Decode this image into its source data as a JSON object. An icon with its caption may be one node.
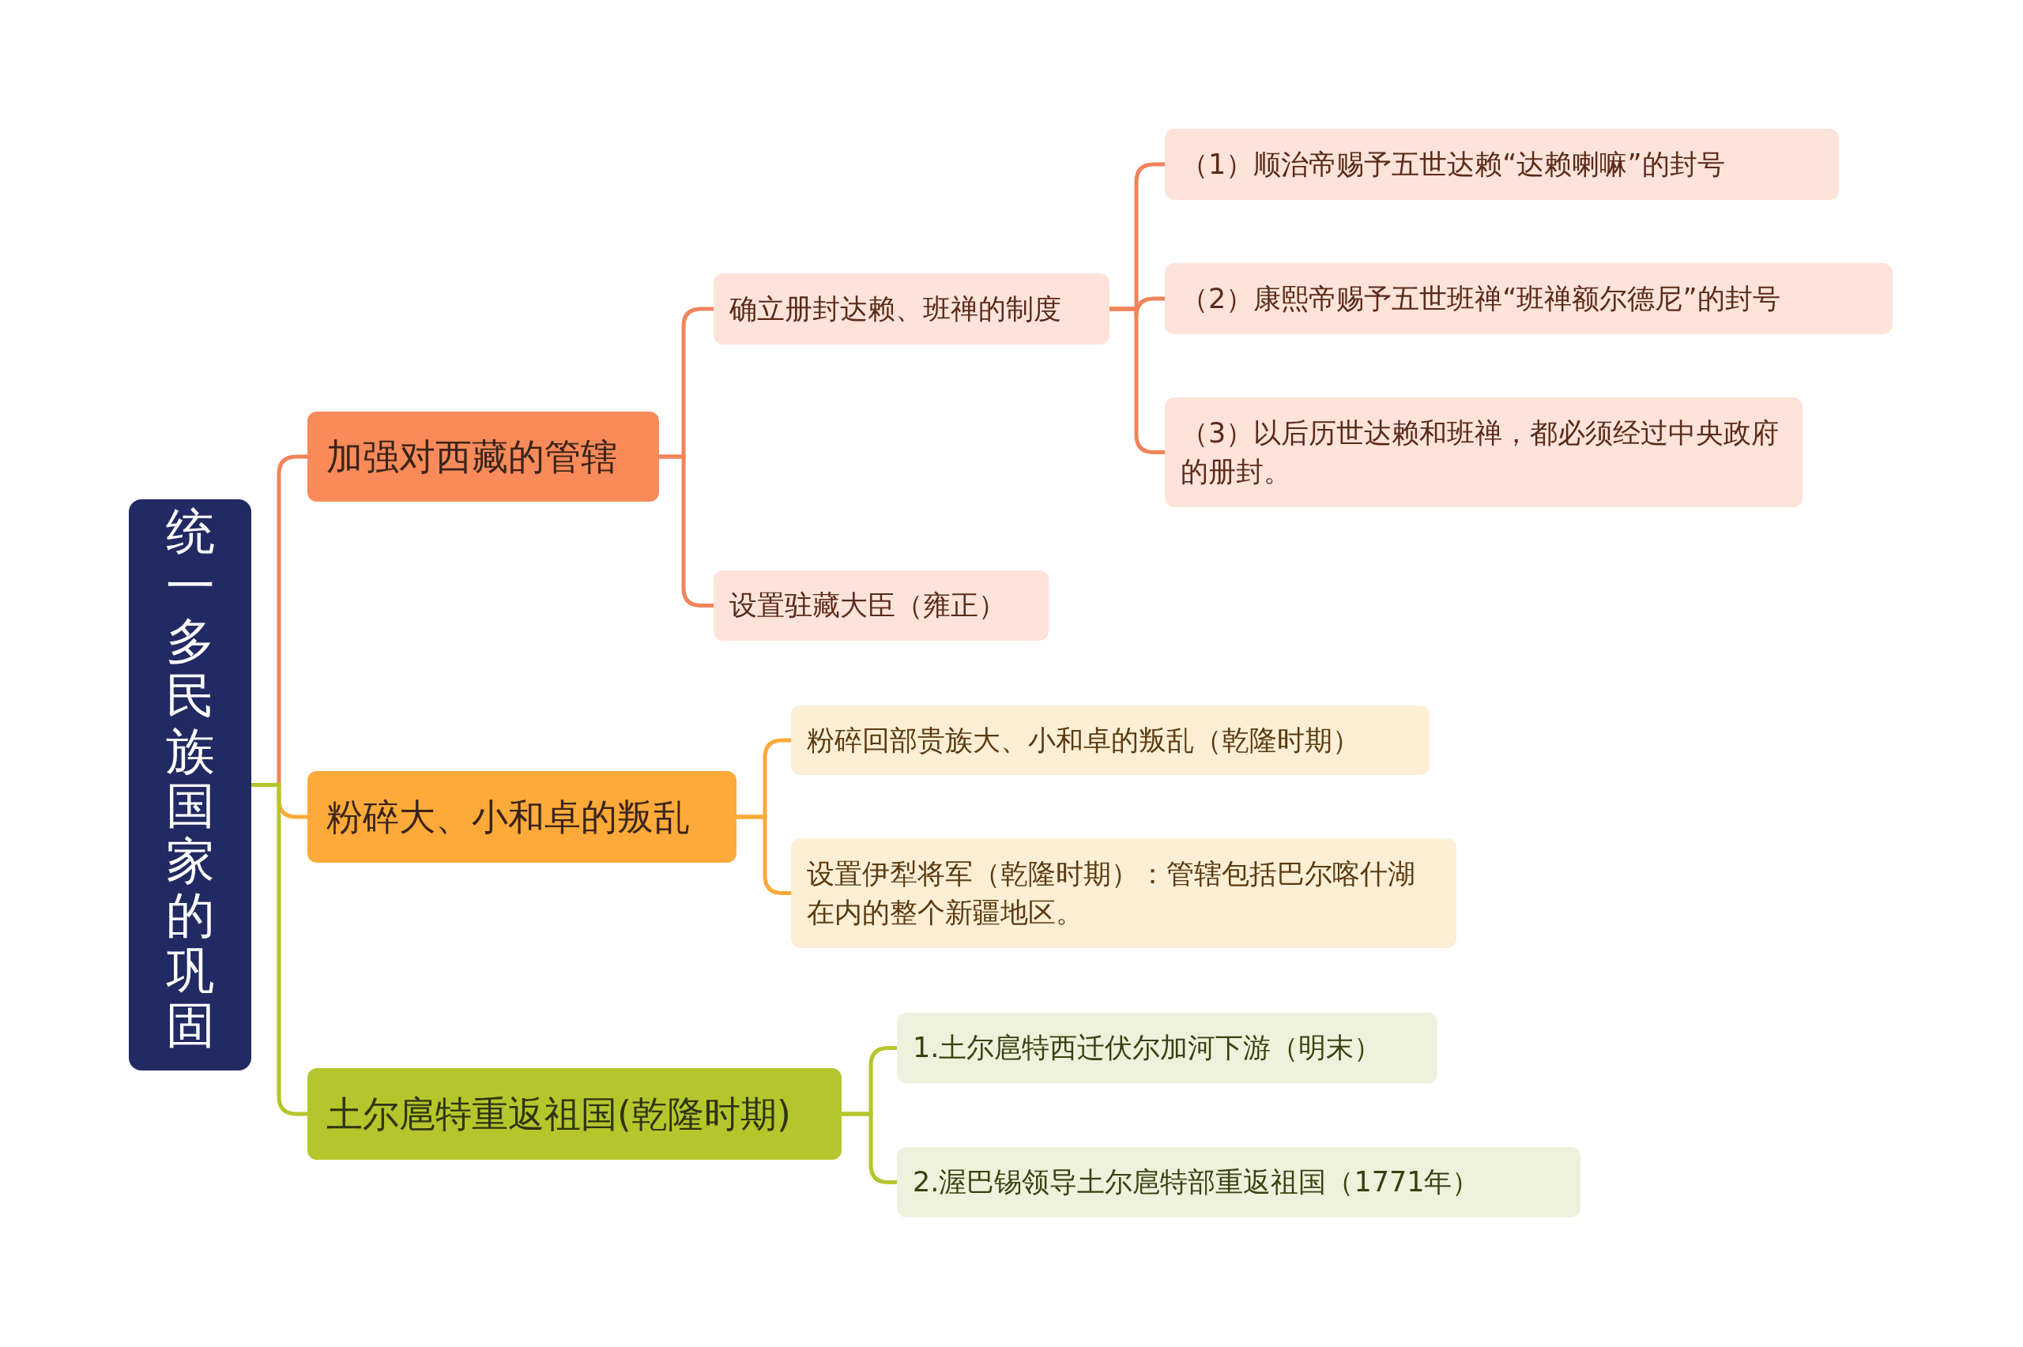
{
  "diagram": {
    "nodes": [
      {
        "text": [
          "统一多民族国家的巩固"
        ]
      },
      {
        "text": [
          "加强对西藏的管辖"
        ]
      },
      {
        "text": [
          "确立册封达赖、班禅的制度"
        ]
      },
      {
        "text": [
          "（1）顺治帝赐予五世达赖“达赖喇嘛”的封号"
        ]
      },
      {
        "text": [
          "（2）康熙帝赐予五世班禅“班禅额尔德尼”的封号"
        ]
      },
      {
        "text": [
          "（3）以后历世达赖和班禅，都必须经过中央政府的册封。"
        ]
      },
      {
        "text": [
          "设置驻藏大臣（雍正）"
        ]
      },
      {
        "text": [
          "粉碎大、小和卓的叛乱"
        ]
      },
      {
        "text": [
          "粉碎回部贵族大、小和卓的叛乱（乾隆时期）"
        ]
      },
      {
        "text": [
          "设置伊犁将军（乾隆时期）：管辖包括巴尔喀什湖在内的整个新疆地区。"
        ]
      },
      {
        "text": [
          "土尔扈特重返祖国(乾隆时期)"
        ]
      },
      {
        "text": [
          "1.土尔扈特西迁伏尔加河下游（明末）"
        ]
      },
      {
        "text": [
          "2.渥巴锡领导土尔扈特部重返祖国（1771年）"
        ]
      }
    ],
    "edges": [
      {
        "from": 0,
        "to": 1,
        "arrow": "none"
      },
      {
        "from": 1,
        "to": 2,
        "arrow": "none"
      },
      {
        "from": 2,
        "to": 3,
        "arrow": "none"
      },
      {
        "from": 2,
        "to": 4,
        "arrow": "none"
      },
      {
        "from": 2,
        "to": 5,
        "arrow": "none"
      },
      {
        "from": 1,
        "to": 6,
        "arrow": "none"
      },
      {
        "from": 0,
        "to": 7,
        "arrow": "none",
        "color": "#fdaa3a"
      },
      {
        "from": 7,
        "to": 8,
        "arrow": "none",
        "color": "#fdaa3a"
      },
      {
        "from": 7,
        "to": 9,
        "arrow": "none",
        "color": "#fdaa3a"
      },
      {
        "from": 0,
        "to": 10,
        "arrow": "none",
        "color": "#b5c62c"
      },
      {
        "from": 10,
        "to": 11,
        "arrow": "none",
        "color": "#b5c62c"
      },
      {
        "from": 10,
        "to": 12,
        "arrow": "none",
        "color": "#b5c62c"
      }
    ]
  }
}
